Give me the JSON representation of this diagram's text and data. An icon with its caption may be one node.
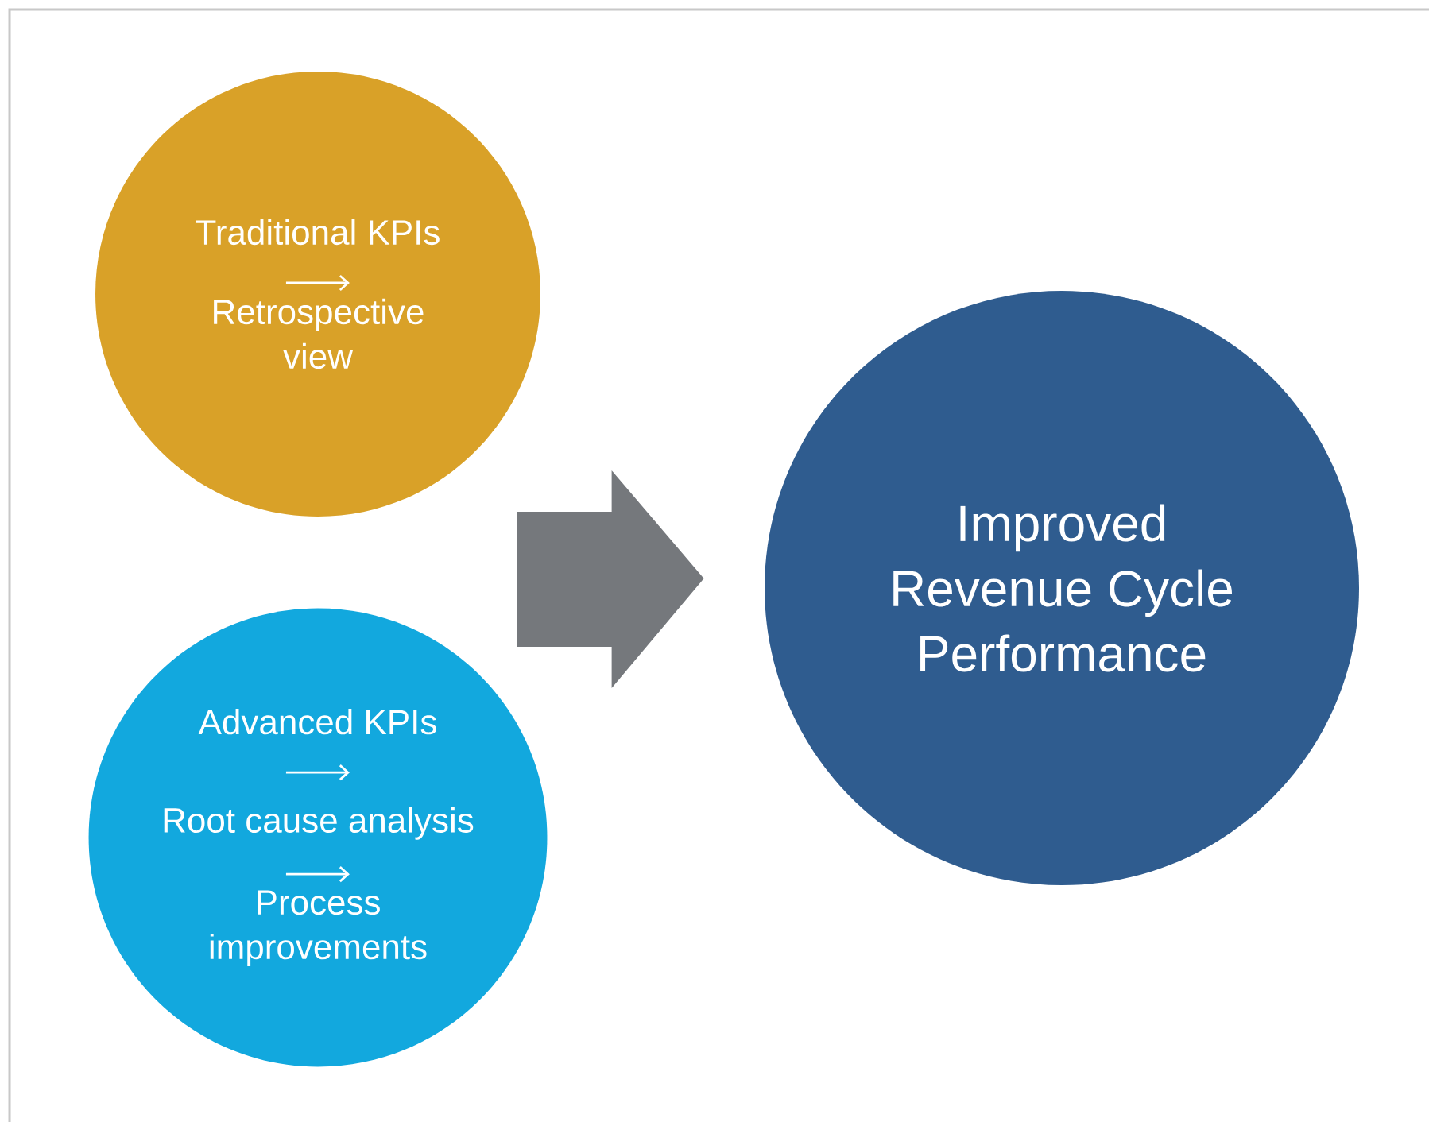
{
  "diagram": {
    "nodes": [
      {
        "text": [
          "Traditional KPIs",
          "Retrospective view"
        ]
      },
      {
        "text": [
          "Advanced KPIs",
          "Root cause analysis",
          "Process improvements"
        ]
      },
      {
        "text": [
          "Improved Revenue Cycle Performance"
        ]
      }
    ],
    "edges": [
      {
        "from": 0,
        "to": 2,
        "arrow": "to"
      },
      {
        "from": 1,
        "to": 2,
        "arrow": "to"
      }
    ]
  }
}
